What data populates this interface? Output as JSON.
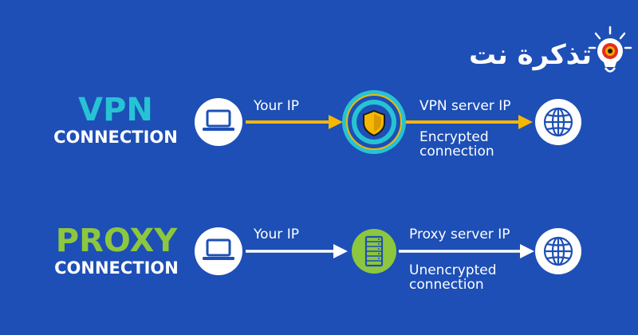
{
  "logo": {
    "text": "تذكرة نت"
  },
  "vpn": {
    "title": "VPN",
    "subtitle": "CONNECTION",
    "ip_label": "Your IP",
    "server_label": "VPN server IP",
    "note_line1": "Encrypted",
    "note_line2": "connection"
  },
  "proxy": {
    "title": "PROXY",
    "subtitle": "CONNECTION",
    "ip_label": "Your IP",
    "server_label": "Proxy server IP",
    "note_line1": "Unencrypted",
    "note_line2": "connection"
  },
  "colors": {
    "background": "#1d4fb6",
    "vpn_accent": "#27c3d4",
    "proxy_accent": "#8dc63f",
    "vpn_arrow": "#f5b700",
    "proxy_arrow": "#ffffff",
    "icon_blue": "#1d4fb6"
  },
  "icons": {
    "device": "laptop-icon",
    "vpn_server": "shield-icon",
    "proxy_server": "server-rack-icon",
    "destination": "globe-icon",
    "logo": "lightbulb-icon"
  }
}
